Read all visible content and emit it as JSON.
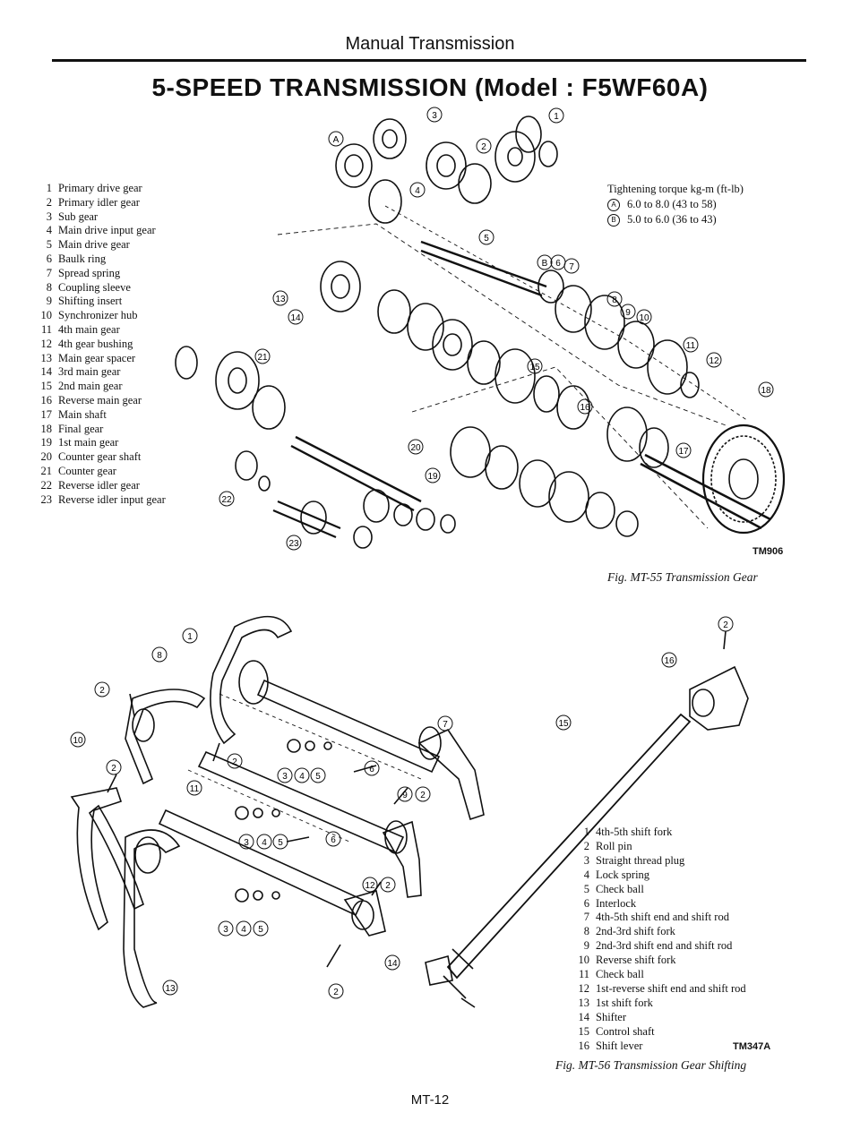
{
  "header": {
    "title": "Manual Transmission"
  },
  "title": "5-SPEED TRANSMISSION (Model : F5WF60A)",
  "gear_parts": [
    {
      "num": "1",
      "label": "Primary drive gear"
    },
    {
      "num": "2",
      "label": "Primary idler gear"
    },
    {
      "num": "3",
      "label": "Sub gear"
    },
    {
      "num": "4",
      "label": "Main drive input gear"
    },
    {
      "num": "5",
      "label": "Main drive gear"
    },
    {
      "num": "6",
      "label": "Baulk ring"
    },
    {
      "num": "7",
      "label": "Spread spring"
    },
    {
      "num": "8",
      "label": "Coupling sleeve"
    },
    {
      "num": "9",
      "label": "Shifting insert"
    },
    {
      "num": "10",
      "label": "Synchronizer hub"
    },
    {
      "num": "11",
      "label": "4th main gear"
    },
    {
      "num": "12",
      "label": "4th gear bushing"
    },
    {
      "num": "13",
      "label": "Main gear spacer"
    },
    {
      "num": "14",
      "label": "3rd main gear"
    },
    {
      "num": "15",
      "label": "2nd main gear"
    },
    {
      "num": "16",
      "label": "Reverse main gear"
    },
    {
      "num": "17",
      "label": "Main shaft"
    },
    {
      "num": "18",
      "label": "Final gear"
    },
    {
      "num": "19",
      "label": "1st main gear"
    },
    {
      "num": "20",
      "label": "Counter gear shaft"
    },
    {
      "num": "21",
      "label": "Counter gear"
    },
    {
      "num": "22",
      "label": "Reverse idler gear"
    },
    {
      "num": "23",
      "label": "Reverse idler input gear"
    }
  ],
  "torque": {
    "heading": "Tightening torque kg-m (ft-lb)",
    "items": [
      {
        "mark": "A",
        "value": "6.0 to 8.0 (43 to 58)"
      },
      {
        "mark": "B",
        "value": "5.0 to 6.0 (36 to 43)"
      }
    ]
  },
  "fig1": {
    "code": "TM906",
    "caption": "Fig. MT-55 Transmission Gear"
  },
  "shift_parts": [
    {
      "num": "1",
      "label": "4th-5th shift fork"
    },
    {
      "num": "2",
      "label": "Roll pin"
    },
    {
      "num": "3",
      "label": "Straight thread plug"
    },
    {
      "num": "4",
      "label": "Lock spring"
    },
    {
      "num": "5",
      "label": "Check ball"
    },
    {
      "num": "6",
      "label": "Interlock"
    },
    {
      "num": "7",
      "label": "4th-5th shift end and shift rod"
    },
    {
      "num": "8",
      "label": "2nd-3rd shift fork"
    },
    {
      "num": "9",
      "label": "2nd-3rd shift end and shift rod"
    },
    {
      "num": "10",
      "label": "Reverse shift fork"
    },
    {
      "num": "11",
      "label": "Check ball"
    },
    {
      "num": "12",
      "label": "1st-reverse shift end and shift rod"
    },
    {
      "num": "13",
      "label": "1st shift fork"
    },
    {
      "num": "14",
      "label": "Shifter"
    },
    {
      "num": "15",
      "label": "Control shaft"
    },
    {
      "num": "16",
      "label": "Shift lever"
    }
  ],
  "fig2": {
    "code": "TM347A",
    "caption": "Fig. MT-56 Transmission Gear Shifting"
  },
  "footer": {
    "page": "MT-12"
  },
  "callouts_fig1": [
    "1",
    "2",
    "3",
    "4",
    "5",
    "6",
    "7",
    "8",
    "9",
    "10",
    "11",
    "12",
    "13",
    "14",
    "15",
    "16",
    "17",
    "18",
    "19",
    "20",
    "21",
    "22",
    "23",
    "A",
    "B"
  ],
  "callouts_fig2": [
    "1",
    "2",
    "2",
    "2",
    "2",
    "2",
    "2",
    "2",
    "3",
    "3",
    "3",
    "4",
    "4",
    "4",
    "5",
    "5",
    "5",
    "6",
    "6",
    "7",
    "8",
    "9",
    "10",
    "11",
    "12",
    "13",
    "14",
    "15",
    "16"
  ]
}
